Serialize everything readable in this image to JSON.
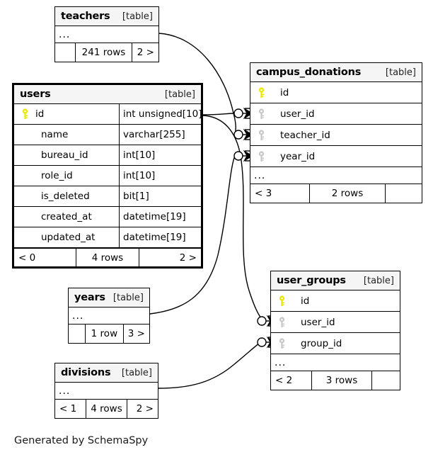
{
  "diagram": {
    "caption": "Generated by SchemaSpy",
    "table_kind_label": "[table]",
    "ellipsis": "...",
    "colors": {
      "primary_key": "#e8e800",
      "foreign_key": "#c8c8c8",
      "header_bg": "#f5f5f5",
      "border": "#000000",
      "background": "#ffffff"
    }
  },
  "tables": {
    "teachers": {
      "name": "teachers",
      "kind": "[table]",
      "ellipsis": "...",
      "footer": {
        "prev": "",
        "rows": "241 rows",
        "next": "2 >"
      }
    },
    "users": {
      "name": "users",
      "kind": "[table]",
      "columns": [
        {
          "key": "primary",
          "name": "id",
          "type": "int unsigned[10]"
        },
        {
          "key": "none",
          "name": "name",
          "type": "varchar[255]"
        },
        {
          "key": "none",
          "name": "bureau_id",
          "type": "int[10]"
        },
        {
          "key": "none",
          "name": "role_id",
          "type": "int[10]"
        },
        {
          "key": "none",
          "name": "is_deleted",
          "type": "bit[1]"
        },
        {
          "key": "none",
          "name": "created_at",
          "type": "datetime[19]"
        },
        {
          "key": "none",
          "name": "updated_at",
          "type": "datetime[19]"
        }
      ],
      "footer": {
        "prev": "< 0",
        "rows": "4 rows",
        "next": "2 >"
      }
    },
    "campus_donations": {
      "name": "campus_donations",
      "kind": "[table]",
      "ellipsis": "...",
      "columns": [
        {
          "key": "primary",
          "name": "id"
        },
        {
          "key": "foreign",
          "name": "user_id"
        },
        {
          "key": "foreign",
          "name": "teacher_id"
        },
        {
          "key": "foreign",
          "name": "year_id"
        }
      ],
      "footer": {
        "prev": "< 3",
        "rows": "2 rows",
        "next": ""
      }
    },
    "user_groups": {
      "name": "user_groups",
      "kind": "[table]",
      "ellipsis": "...",
      "columns": [
        {
          "key": "primary",
          "name": "id"
        },
        {
          "key": "foreign",
          "name": "user_id"
        },
        {
          "key": "foreign",
          "name": "group_id"
        }
      ],
      "footer": {
        "prev": "< 2",
        "rows": "3 rows",
        "next": ""
      }
    },
    "years": {
      "name": "years",
      "kind": "[table]",
      "ellipsis": "...",
      "footer": {
        "prev": "",
        "rows": "1 row",
        "next": "3 >"
      }
    },
    "divisions": {
      "name": "divisions",
      "kind": "[table]",
      "ellipsis": "...",
      "footer": {
        "prev": "< 1",
        "rows": "4 rows",
        "next": "2 >"
      }
    }
  },
  "relationships": [
    {
      "from": "users.id",
      "to": "campus_donations.user_id"
    },
    {
      "from": "teachers",
      "to": "campus_donations.teacher_id"
    },
    {
      "from": "years",
      "to": "campus_donations.year_id"
    },
    {
      "from": "users.id",
      "to": "user_groups.user_id"
    },
    {
      "from": "divisions",
      "to": "user_groups.group_id"
    }
  ]
}
